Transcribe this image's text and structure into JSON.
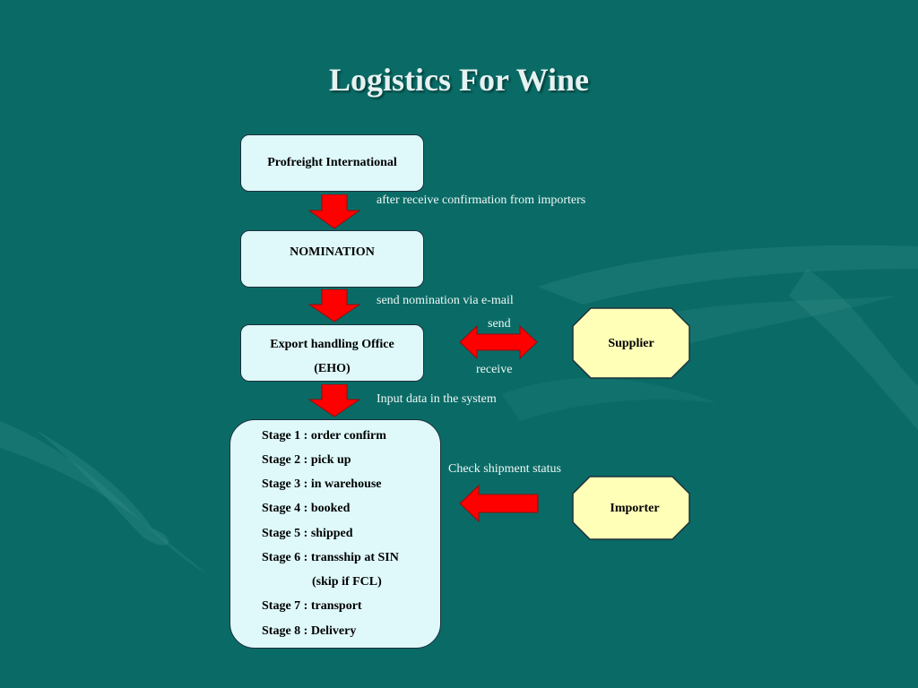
{
  "title": "Logistics For Wine",
  "nodes": {
    "profreight": "Profreight International",
    "nomination": "NOMINATION",
    "eho_line1": "Export handling Office",
    "eho_line2": "(EHO)",
    "supplier": "Supplier",
    "importer": "Importer"
  },
  "stages": [
    "Stage 1 : order confirm",
    "Stage 2 : pick up",
    "Stage 3 : in warehouse",
    "Stage 4 : booked",
    "Stage 5 : shipped",
    "Stage 6 : transship at SIN",
    "(skip if FCL)",
    "Stage 7 : transport",
    "Stage 8 : Delivery"
  ],
  "notes": {
    "after_confirmation": "after receive confirmation from importers",
    "send_nomination": "send nomination  via e-mail",
    "send": "send",
    "receive": "receive",
    "input_data": "Input data in the system",
    "check_status": "Check shipment status"
  },
  "colors": {
    "background": "#0a6b66",
    "box_fill": "#dff9fb",
    "octagon_fill": "#ffffb8",
    "arrow_fill": "#ff0000"
  }
}
